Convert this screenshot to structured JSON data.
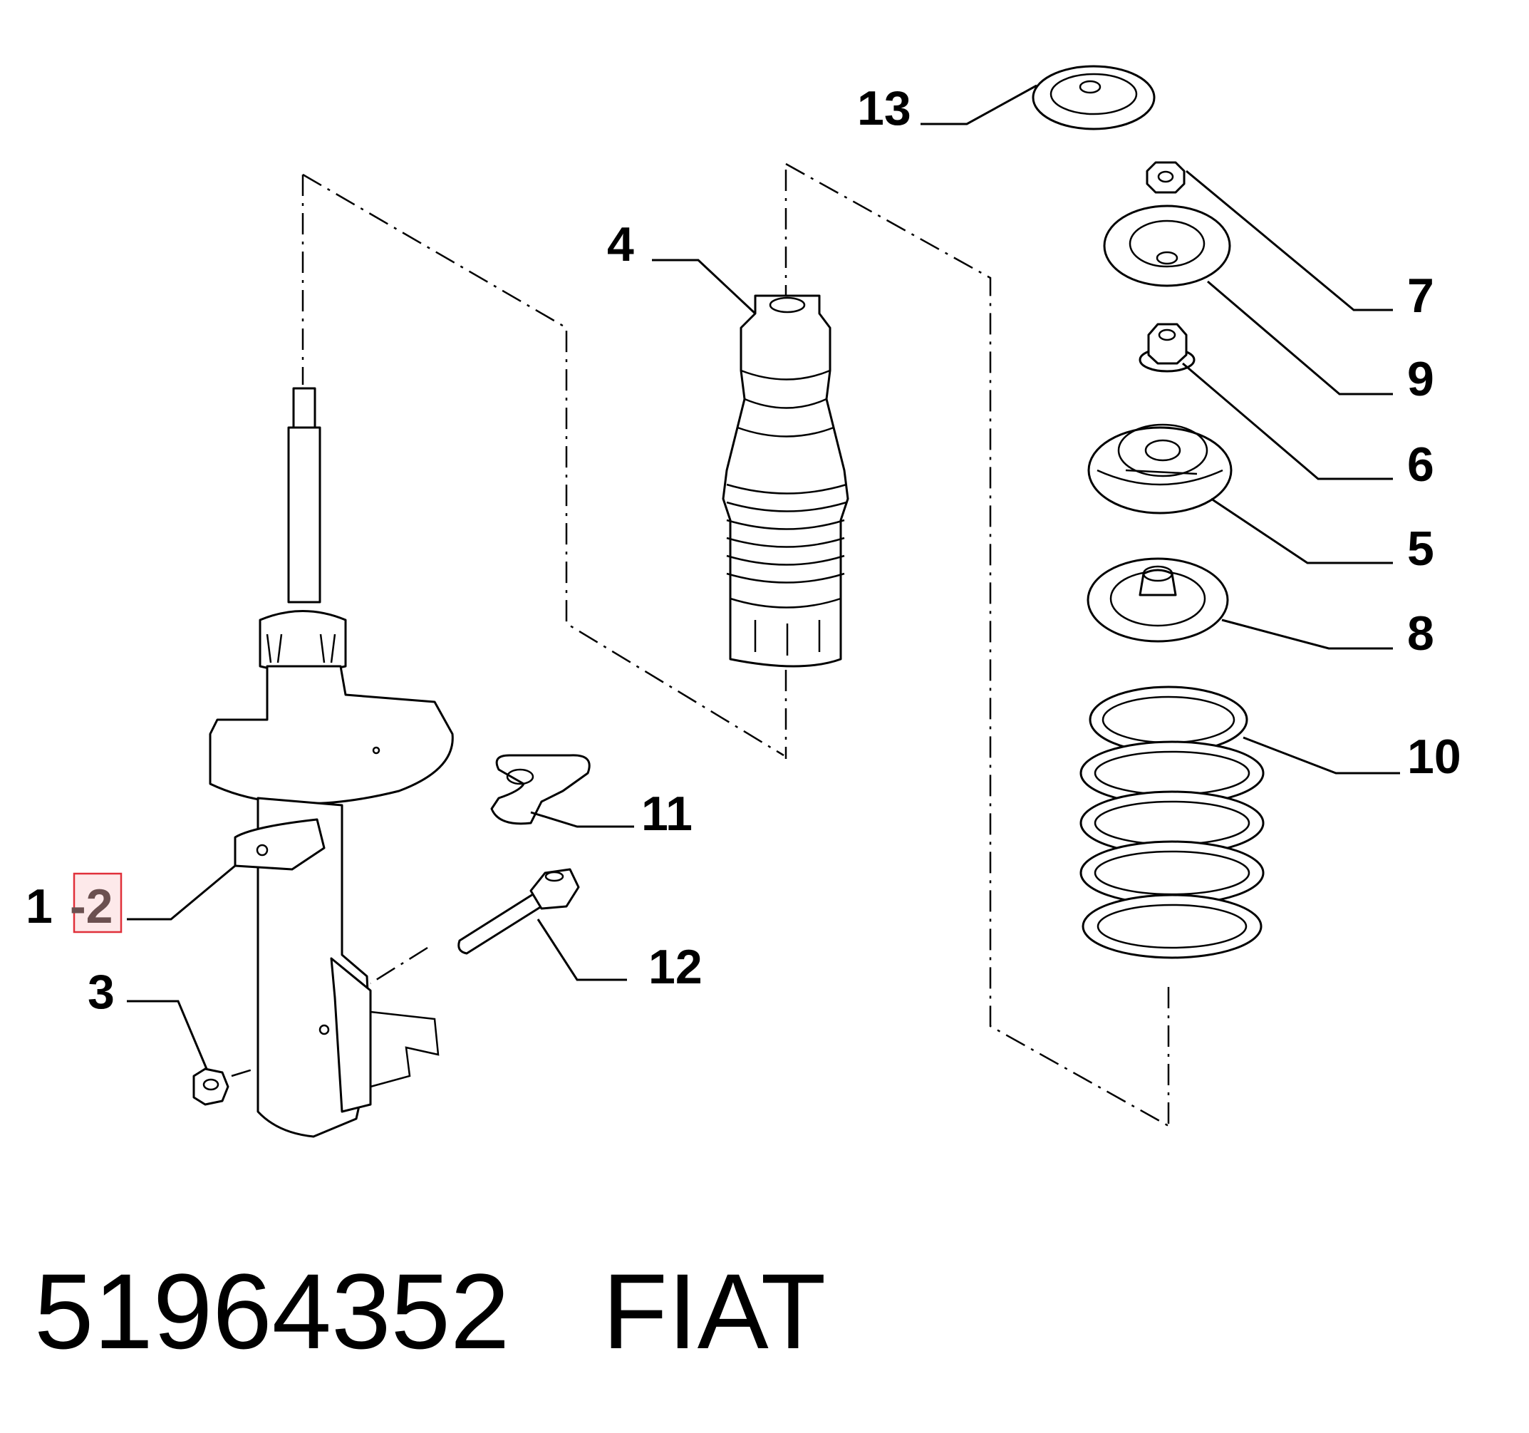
{
  "callouts": {
    "c1": "1",
    "c2": "-2",
    "c3": "3",
    "c4": "4",
    "c5": "5",
    "c6": "6",
    "c7": "7",
    "c8": "8",
    "c9": "9",
    "c10": "10",
    "c11": "11",
    "c12": "12",
    "c13": "13"
  },
  "footer": {
    "part_number": "51964352",
    "brand": "FIAT"
  },
  "colors": {
    "highlight_border": "#e0303a",
    "highlight_fill": "#fde9ea",
    "highlight_text": "#6b5050"
  }
}
